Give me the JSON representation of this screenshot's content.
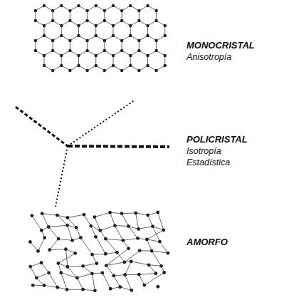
{
  "diagram": {
    "labels": [
      "MONOCRISTAL",
      "Anisotropía",
      "POLICRISTAL",
      "Isotropía",
      "Estadística",
      "AMORFO"
    ]
  }
}
